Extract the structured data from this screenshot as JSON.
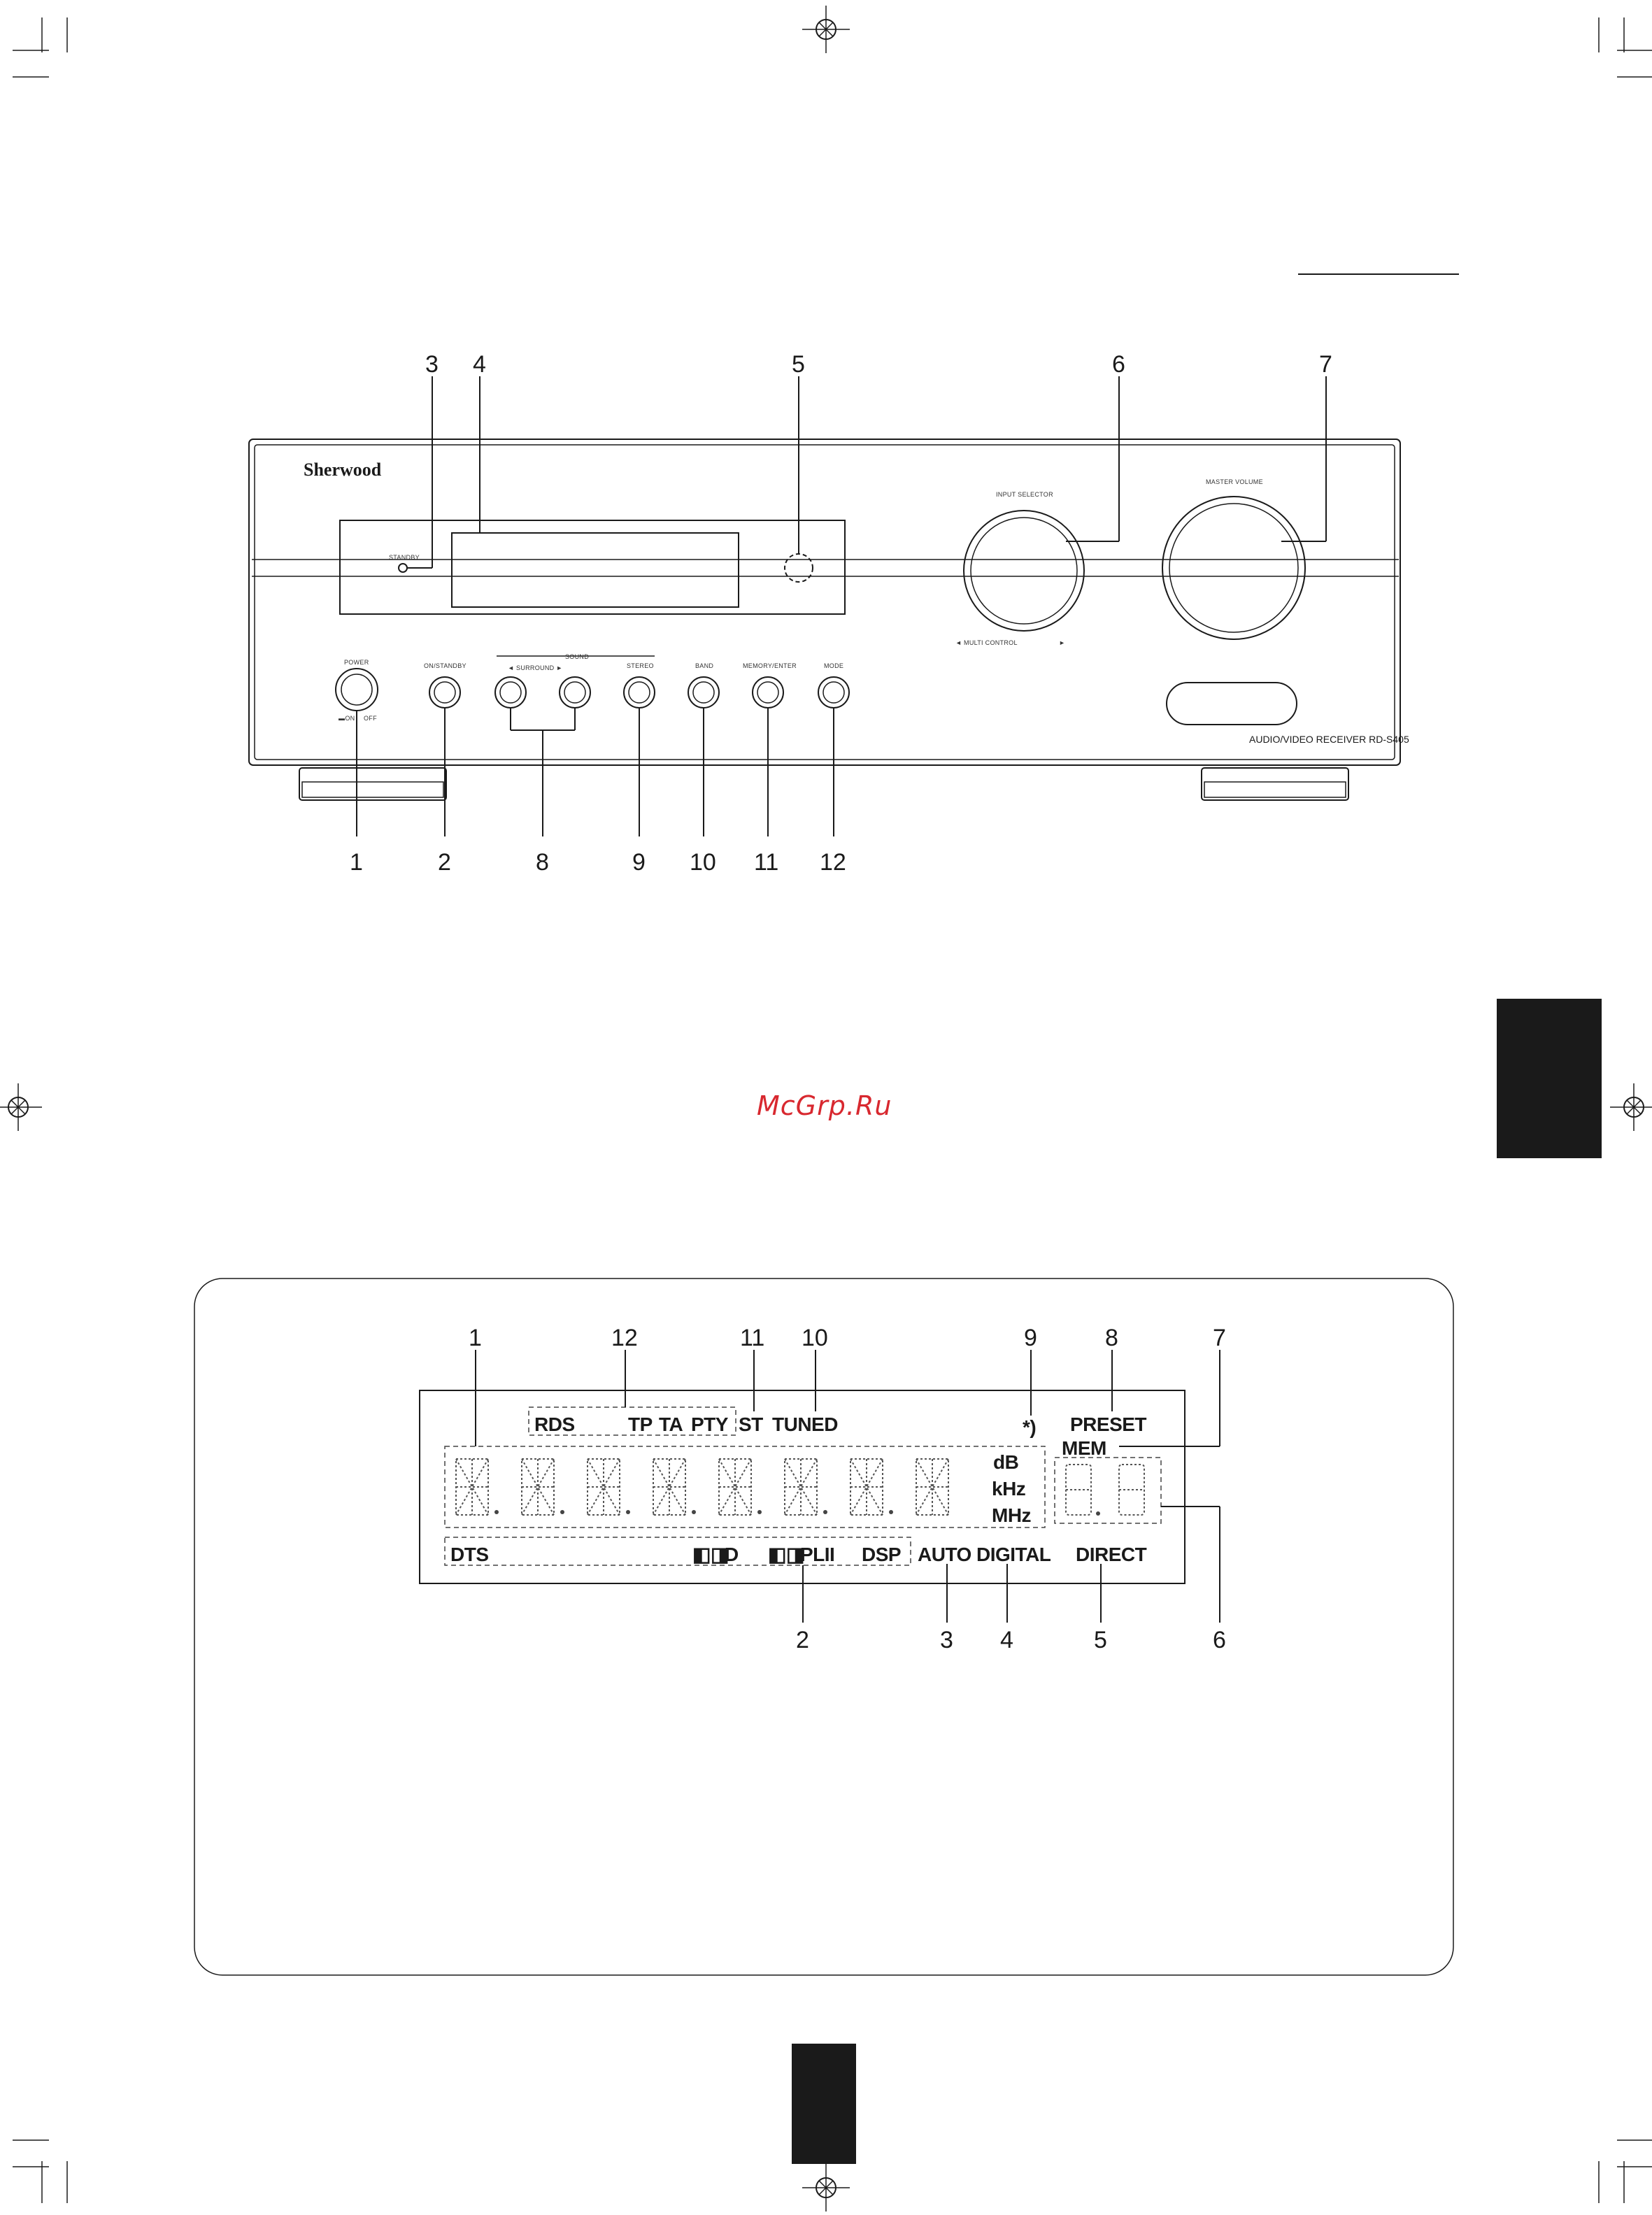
{
  "watermark": "McGrp.Ru",
  "front_panel": {
    "brand": "Sherwood",
    "model": "AUDIO/VIDEO RECEIVER  RD-S405",
    "labels": {
      "standby": "STANDBY",
      "input_selector": "INPUT SELECTOR",
      "master_volume": "MASTER VOLUME",
      "multi_control": "MULTI CONTROL",
      "power": "POWER",
      "power_on": "ON",
      "power_off": "OFF",
      "on_standby": "ON/STANDBY",
      "sound": "SOUND",
      "surround": "SURROUND",
      "stereo": "STEREO",
      "band": "BAND",
      "memory_enter": "MEMORY/ENTER",
      "mode": "MODE"
    },
    "callouts_top": [
      "3",
      "4",
      "5",
      "6",
      "7"
    ],
    "callouts_bottom": [
      "1",
      "2",
      "8",
      "9",
      "10",
      "11",
      "12"
    ]
  },
  "display": {
    "indicators": {
      "rds": "RDS",
      "tp": "TP",
      "ta": "TA",
      "pty": "PTY",
      "st": "ST",
      "tuned": "TUNED",
      "sleep": "*)",
      "preset": "PRESET",
      "mem": "MEM",
      "db": "dB",
      "khz": "kHz",
      "mhz": "MHz",
      "dts": "DTS",
      "dolby_d": "D",
      "dolby_plii": "PLII",
      "dsp": "DSP",
      "auto": "AUTO",
      "digital": "DIGITAL",
      "direct": "DIRECT"
    },
    "callouts_top": [
      "1",
      "12",
      "11",
      "10",
      "9",
      "8",
      "7"
    ],
    "callouts_bottom": [
      "2",
      "3",
      "4",
      "5",
      "6"
    ]
  }
}
